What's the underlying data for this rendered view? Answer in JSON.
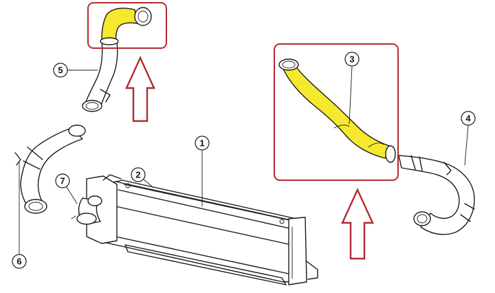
{
  "highlight": {
    "hose_fill": "#f5e82e",
    "box_color": "#b02a2f",
    "arrow_color": "#b02a2f"
  },
  "callouts": [
    {
      "label": "1"
    },
    {
      "label": "2"
    },
    {
      "label": "3"
    },
    {
      "label": "4"
    },
    {
      "label": "5"
    },
    {
      "label": "6"
    },
    {
      "label": "7"
    }
  ],
  "icons": [
    "up-arrow-icon",
    "up-arrow-icon"
  ]
}
